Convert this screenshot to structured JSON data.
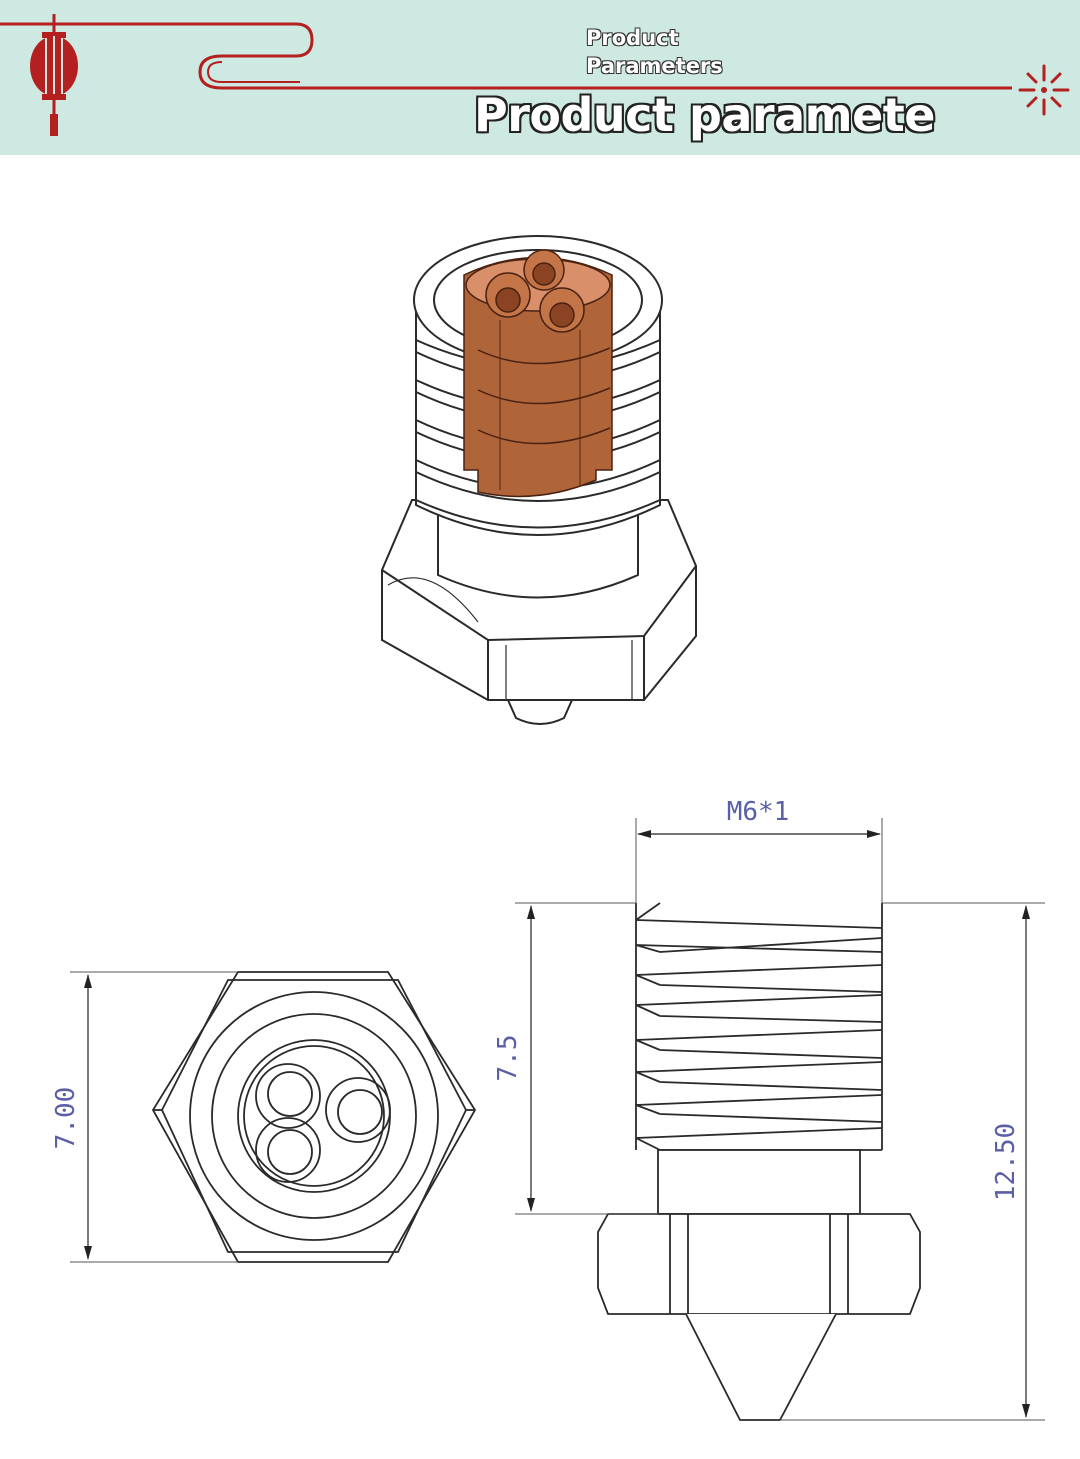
{
  "header": {
    "subtitle_line1": "Product",
    "subtitle_line2": "Parameters",
    "title": "Product paramete",
    "background_color": "#cde9e2",
    "accent_color": "#b3201f",
    "decorations": [
      "lantern-icon",
      "firework-icon"
    ]
  },
  "drawing": {
    "views": [
      "isometric-cutaway-view",
      "top-view",
      "side-view"
    ],
    "dimensions": {
      "hex_across_flats": "7.00",
      "thread_length": "7.5",
      "total_length": "12.50",
      "thread_spec": "M6*1"
    },
    "colors": {
      "line": "#2a2a2a",
      "copper": "#b0643a",
      "dimension_text": "#5a5fa6"
    }
  }
}
